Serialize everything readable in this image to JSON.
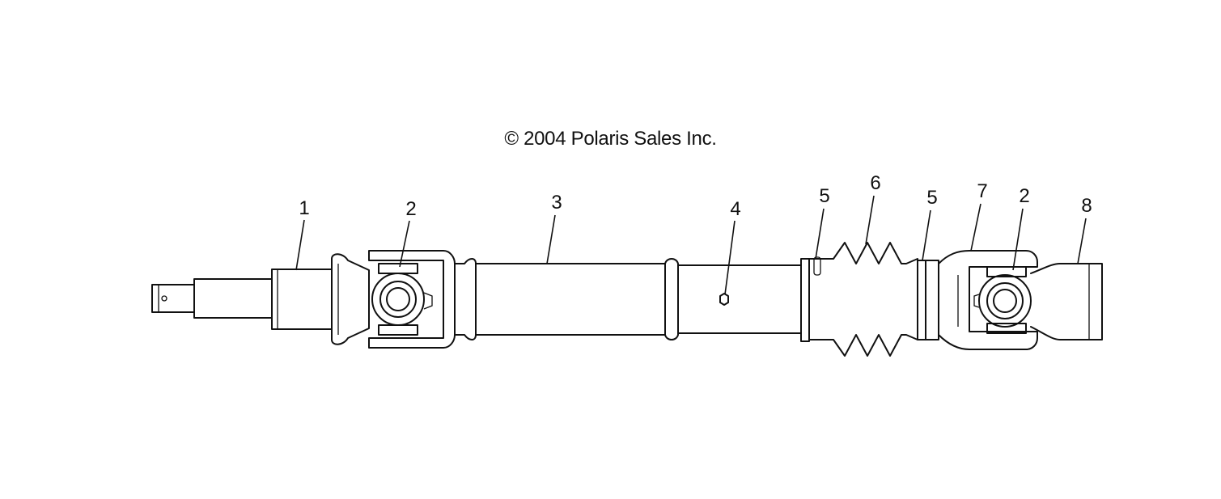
{
  "diagram": {
    "copyright": "© 2004 Polaris Sales Inc.",
    "callouts": [
      {
        "id": "c1",
        "label": "1"
      },
      {
        "id": "c2a",
        "label": "2"
      },
      {
        "id": "c3",
        "label": "3"
      },
      {
        "id": "c4",
        "label": "4"
      },
      {
        "id": "c5a",
        "label": "5"
      },
      {
        "id": "c6",
        "label": "6"
      },
      {
        "id": "c5b",
        "label": "5"
      },
      {
        "id": "c7",
        "label": "7"
      },
      {
        "id": "c2b",
        "label": "2"
      },
      {
        "id": "c8",
        "label": "8"
      }
    ]
  }
}
